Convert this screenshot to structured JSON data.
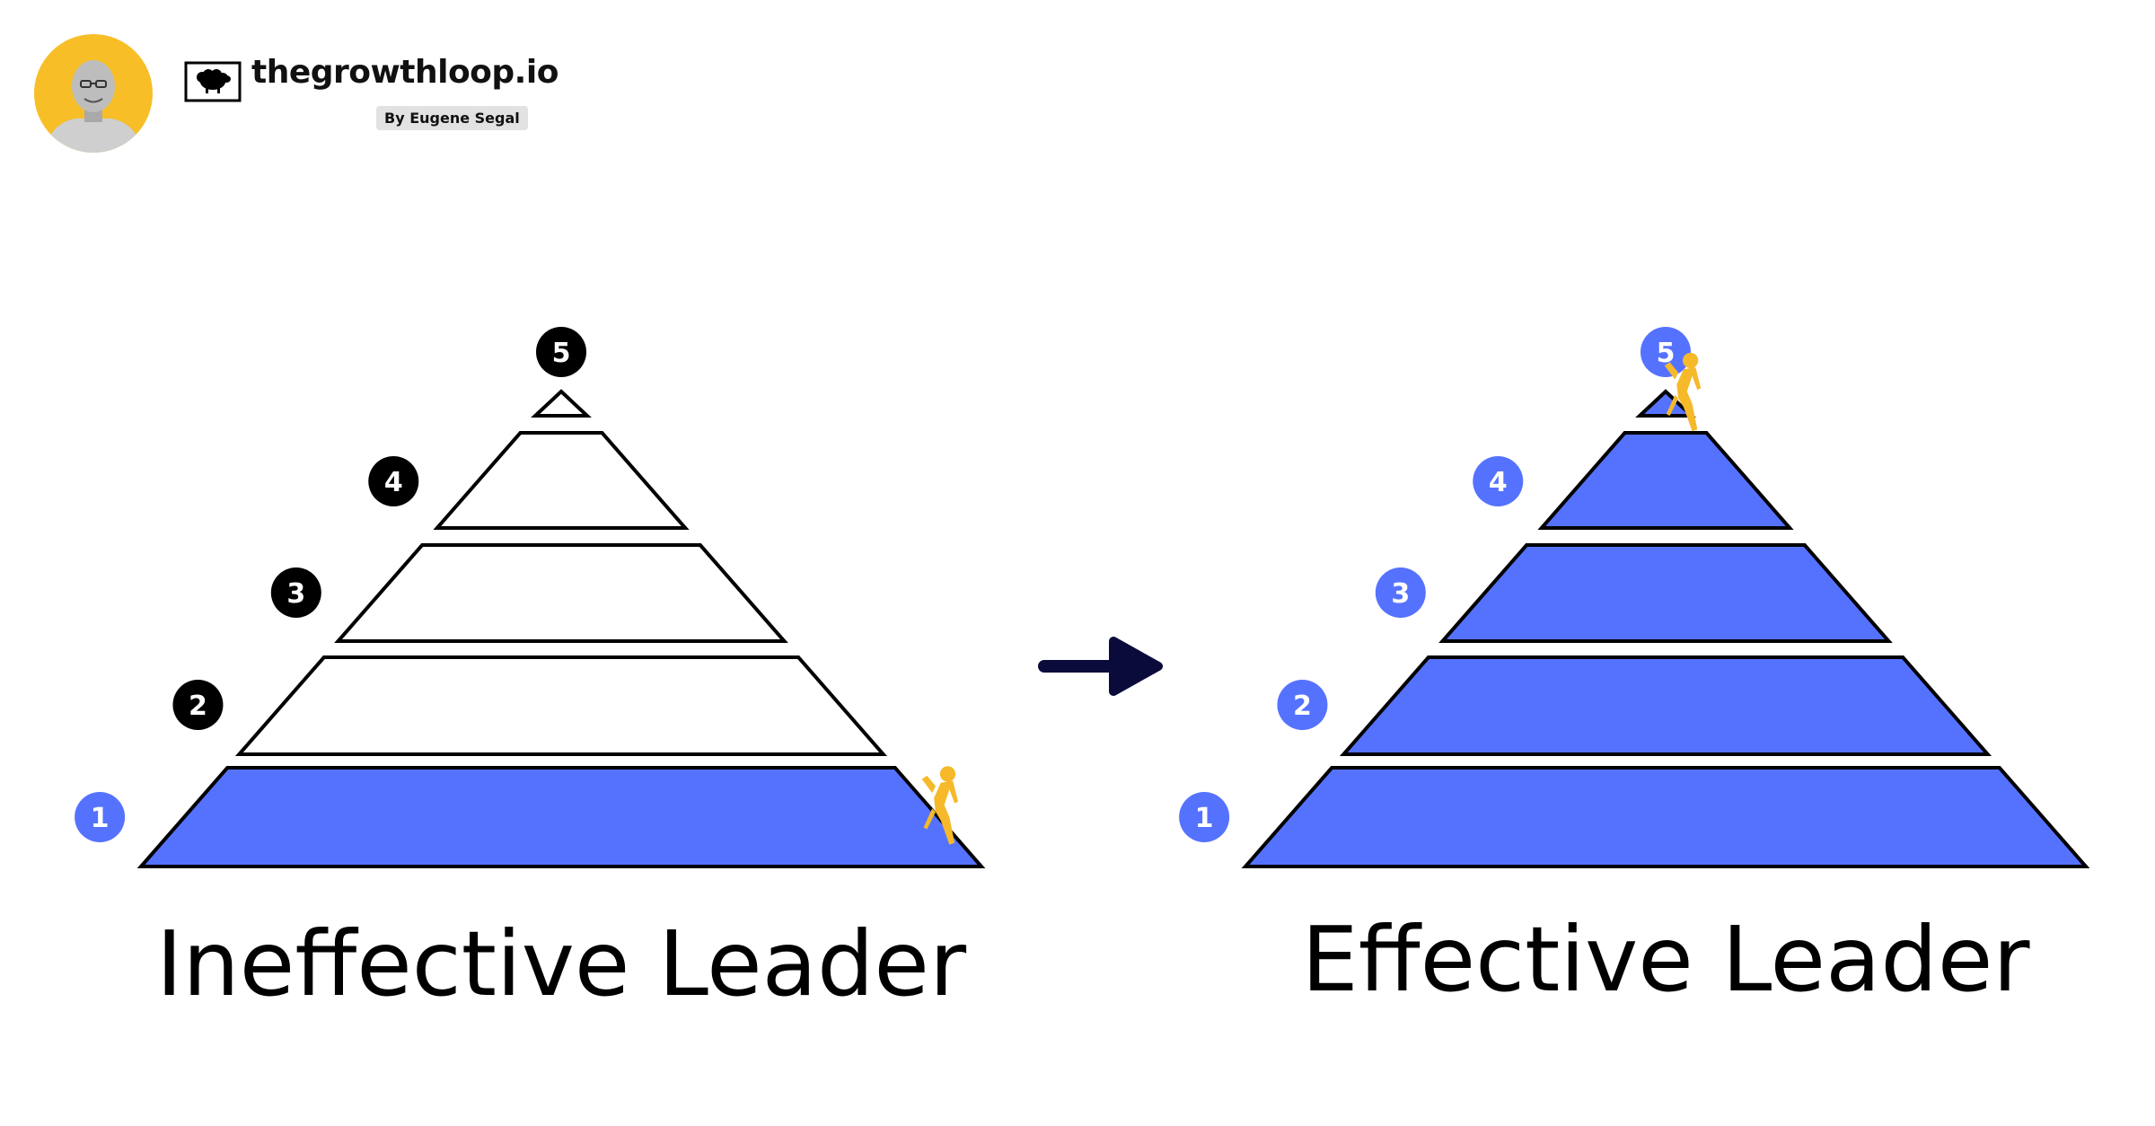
{
  "header": {
    "site_name": "thegrowthloop.io",
    "byline": "By Eugene Segal",
    "logo_icon": "sheep-icon",
    "avatar_icon": "author-portrait-icon"
  },
  "colors": {
    "filled": "#5572FF",
    "empty": "#FFFFFF",
    "outline": "#000000",
    "badge_dark": "#000000",
    "badge_blue": "#5572FF",
    "climber": "#F5B92A",
    "arrow": "#0B0B3B",
    "avatar_bg": "#F7BE27"
  },
  "levels": [
    "1",
    "2",
    "3",
    "4",
    "5"
  ],
  "pyramids": [
    {
      "id": "ineffective",
      "title": "Ineffective Leader",
      "filled_levels": 1,
      "climber_level": 1
    },
    {
      "id": "effective",
      "title": "Effective Leader",
      "filled_levels": 5,
      "climber_level": 5
    }
  ],
  "transition_icon": "arrow-right-icon"
}
